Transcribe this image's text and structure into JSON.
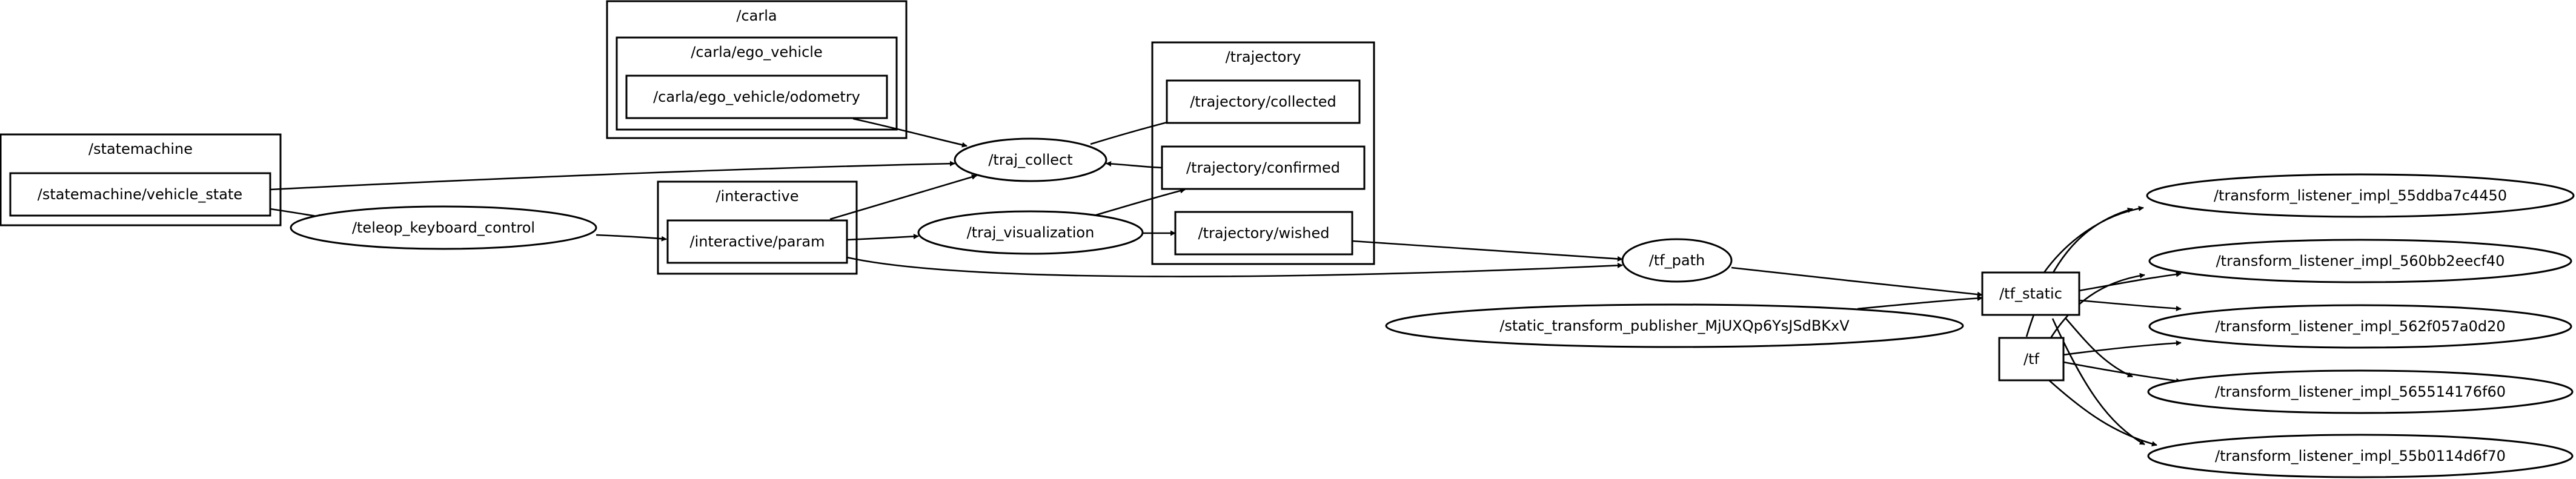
{
  "graph": {
    "clusters": {
      "carla": "/carla",
      "carla_ego_vehicle": "/carla/ego_vehicle",
      "trajectory": "/trajectory",
      "statemachine": "/statemachine",
      "interactive": "/interactive"
    },
    "topics": {
      "odometry": "/carla/ego_vehicle/odometry",
      "collected": "/trajectory/collected",
      "confirmed": "/trajectory/confirmed",
      "wished": "/trajectory/wished",
      "vehicle_state": "/statemachine/vehicle_state",
      "param": "/interactive/param",
      "tf_static": "/tf_static",
      "tf": "/tf"
    },
    "nodes": {
      "traj_collect": "/traj_collect",
      "teleop": "/teleop_keyboard_control",
      "traj_visualization": "/traj_visualization",
      "tf_path": "/tf_path",
      "static_pub": "/static_transform_publisher_MjUXQp6YsJSdBKxV",
      "listener_1": "/transform_listener_impl_55ddba7c4450",
      "listener_2": "/transform_listener_impl_560bb2eecf40",
      "listener_3": "/transform_listener_impl_562f057a0d20",
      "listener_4": "/transform_listener_impl_565514176f60",
      "listener_5": "/transform_listener_impl_55b0114d6f70"
    }
  }
}
